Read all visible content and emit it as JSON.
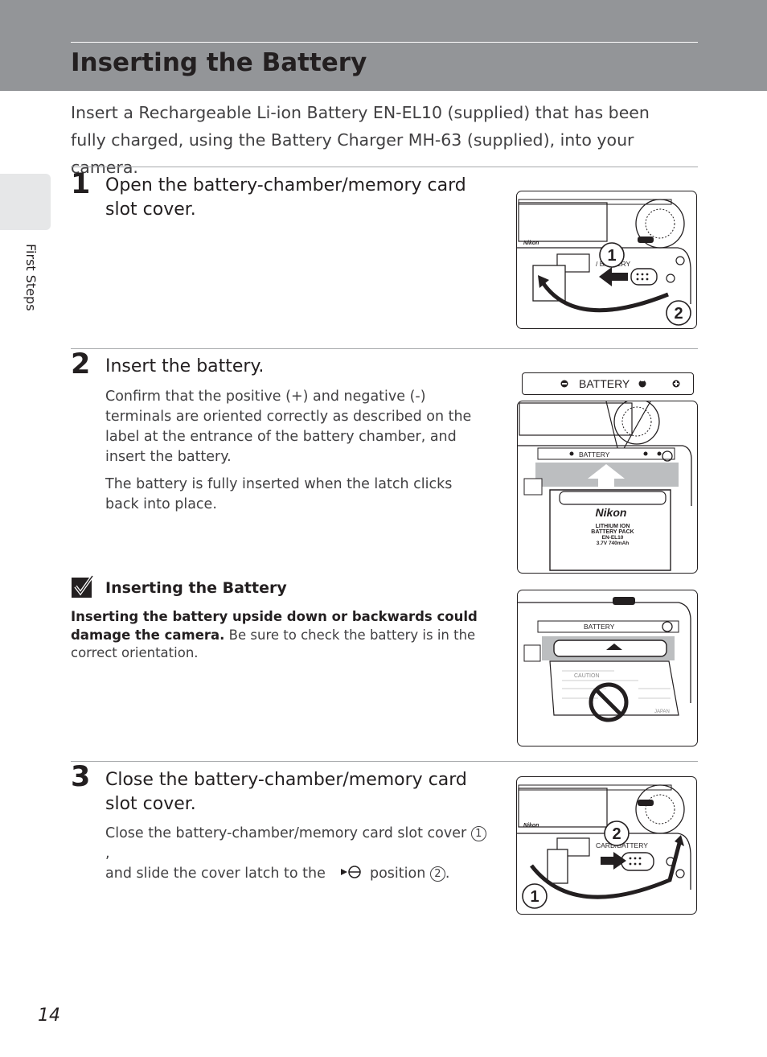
{
  "header": {
    "title": "Inserting the Battery"
  },
  "sidebar": {
    "section_label": "First Steps"
  },
  "intro": "Insert a Rechargeable Li-ion Battery EN-EL10 (supplied) that has been fully charged, using the Battery Charger MH-63 (supplied), into your camera.",
  "steps": [
    {
      "number": "1",
      "title": "Open the battery-chamber/memory card slot cover."
    },
    {
      "number": "2",
      "title": "Insert the battery.",
      "body": [
        "Confirm that the positive (+) and negative (-) terminals are oriented correctly as described on the label at the entrance of the battery chamber, and insert the battery.",
        "The battery is fully inserted when the latch clicks back into place."
      ]
    },
    {
      "number": "3",
      "title": "Close the battery-chamber/memory card slot cover.",
      "body_a": "Close the battery-chamber/memory card slot cover ",
      "ref1": "1",
      "body_b": ",",
      "body_c": "and slide the cover latch to the ",
      "body_d": " position ",
      "ref2": "2",
      "body_e": "."
    }
  ],
  "note": {
    "title": "Inserting the Battery",
    "bold": "Inserting the battery upside down or backwards could damage the camera.",
    "text": " Be sure to check the battery is in the correct orientation."
  },
  "figures": {
    "fig1": {
      "brand": "Nikon",
      "slot_label": "/ BATTERY",
      "callout_1": "1",
      "callout_2": "2"
    },
    "fig2": {
      "strip_label": "BATTERY",
      "chamber_label": "BATTERY",
      "battery_brand": "Nikon",
      "battery_line1": "LITHIUM ION",
      "battery_line2": "BATTERY PACK",
      "battery_model": "EN-EL10",
      "battery_spec": "3.7V 740mAh"
    },
    "fig3": {
      "chamber_label": "BATTERY",
      "caution": "CAUTION",
      "country": "JAPAN"
    },
    "fig4": {
      "brand": "Nikon",
      "slot_label": "CARD/BATTERY",
      "callout_1": "1",
      "callout_2": "2"
    }
  },
  "footer": {
    "page_number": "14"
  }
}
